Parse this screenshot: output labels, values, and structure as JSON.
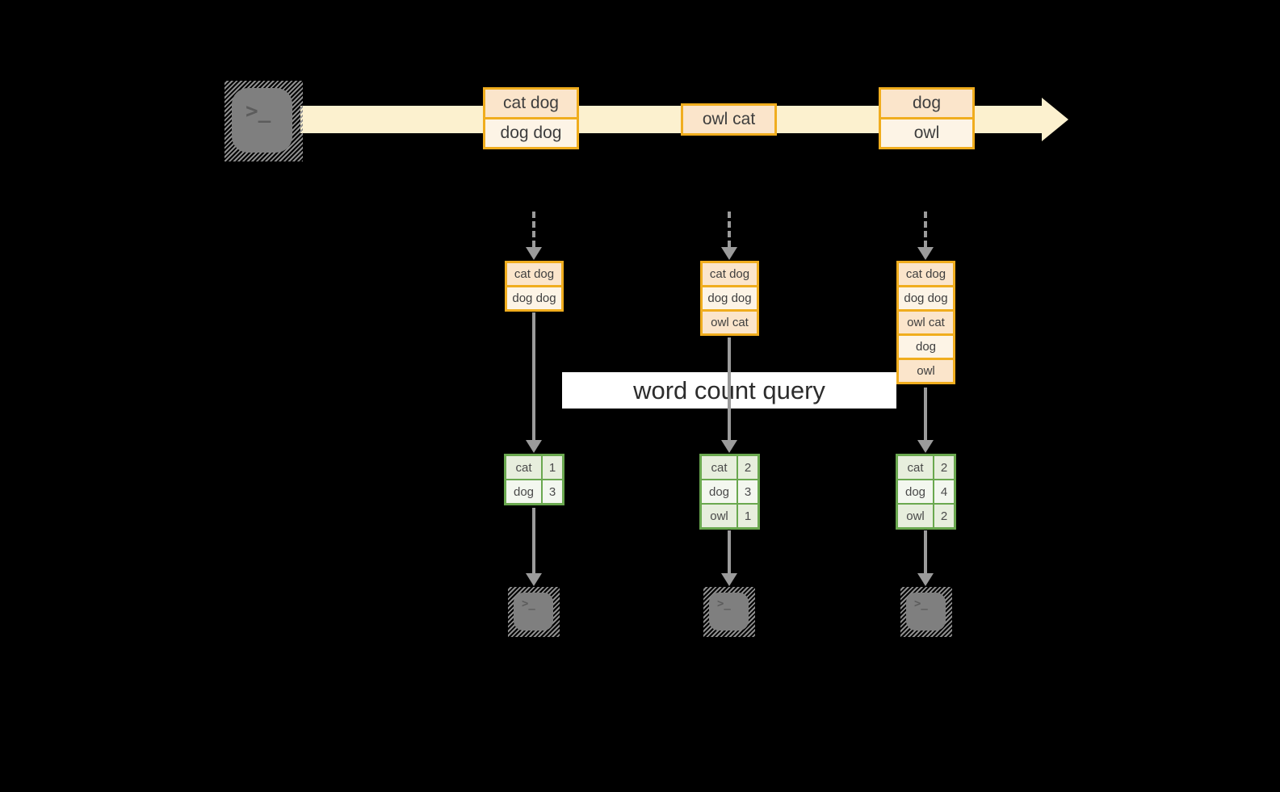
{
  "query_label": "word count query",
  "terminal_prompt": ">_",
  "stream": {
    "batches": [
      {
        "items": [
          "cat dog",
          "dog dog"
        ]
      },
      {
        "items": [
          "owl cat"
        ]
      },
      {
        "items": [
          "dog",
          "owl"
        ]
      }
    ]
  },
  "columns": [
    {
      "accumulated": [
        "cat dog",
        "dog dog"
      ],
      "counts": [
        {
          "word": "cat",
          "count": "1"
        },
        {
          "word": "dog",
          "count": "3"
        }
      ]
    },
    {
      "accumulated": [
        "cat dog",
        "dog dog",
        "owl cat"
      ],
      "counts": [
        {
          "word": "cat",
          "count": "2"
        },
        {
          "word": "dog",
          "count": "3"
        },
        {
          "word": "owl",
          "count": "1"
        }
      ]
    },
    {
      "accumulated": [
        "cat dog",
        "dog dog",
        "owl cat",
        "dog",
        "owl"
      ],
      "counts": [
        {
          "word": "cat",
          "count": "2"
        },
        {
          "word": "dog",
          "count": "4"
        },
        {
          "word": "owl",
          "count": "2"
        }
      ]
    }
  ],
  "colors": {
    "background": "#000000",
    "stream_band": "#fcf1cf",
    "orange_border": "#f0ad1e",
    "orange_cell_dark": "#fbe5cb",
    "orange_cell_light": "#fdf4e6",
    "green_border": "#6aa84f",
    "green_cell_dark": "#e7eedd",
    "green_cell_light": "#f3f7ef",
    "arrow_gray": "#9b9b9b",
    "terminal_gray": "#7f7f7f",
    "query_band_bg": "#ffffff",
    "text_dark": "#3e3e3e"
  }
}
